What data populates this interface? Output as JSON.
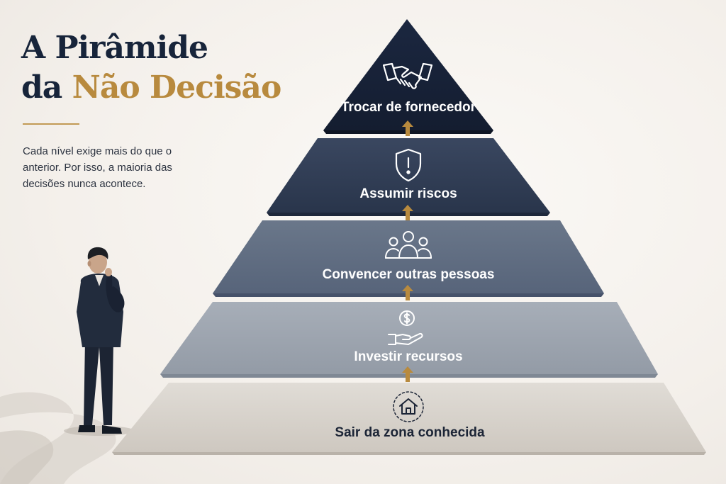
{
  "title": {
    "line1": "A Pirâmide",
    "line2_prefix": "da",
    "line2_highlight": "Não Decisão"
  },
  "subtitle": "Cada nível exige mais do que o anterior. Por isso, a maioria das decisões nunca acontece.",
  "colors": {
    "accent_gold": "#b88a3e",
    "title_dark": "#17243a",
    "tier_colors": [
      "#182338",
      "#2f3b51",
      "#5e6b7e",
      "#9aa2ad",
      "#d2cdc6"
    ]
  },
  "pyramid": {
    "levels": [
      {
        "label": "Trocar de fornecedor",
        "icon": "handshake-icon"
      },
      {
        "label": "Assumir riscos",
        "icon": "shield-alert-icon"
      },
      {
        "label": "Convencer outras pessoas",
        "icon": "people-group-icon"
      },
      {
        "label": "Investir recursos",
        "icon": "hand-coin-icon"
      },
      {
        "label": "Sair da zona conhecida",
        "icon": "home-icon"
      }
    ]
  }
}
